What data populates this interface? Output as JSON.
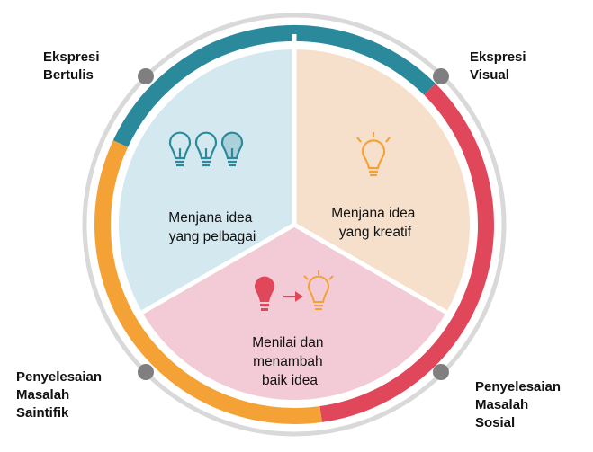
{
  "segments": [
    {
      "id": "top-left",
      "lines": [
        "Menjana idea",
        "yang pelbagai"
      ],
      "color": "#d4e8ef"
    },
    {
      "id": "top-right",
      "lines": [
        "Menjana idea",
        "yang kreatif"
      ],
      "color": "#f7e0cb"
    },
    {
      "id": "bottom",
      "lines": [
        "Menilai dan",
        "menambah",
        "baik idea"
      ],
      "color": "#f2cbd6"
    }
  ],
  "corners": {
    "top_left": [
      "Ekspresi",
      "Bertulis"
    ],
    "top_right": [
      "Ekspresi",
      "Visual"
    ],
    "bottom_left": [
      "Penyelesaian",
      "Masalah",
      "Saintifik"
    ],
    "bottom_right": [
      "Penyelesaian",
      "Masalah",
      "Sosial"
    ]
  },
  "ring_colors": {
    "blue": "#2a8a9c",
    "red": "#e0475b",
    "orange": "#f4a235",
    "outer": "#d9d9d9",
    "dot": "#7f7f7f"
  },
  "icon_colors": {
    "bulb_blue": "#2a8a9c",
    "bulb_orange": "#f4a235",
    "bulb_red": "#e0475b"
  }
}
